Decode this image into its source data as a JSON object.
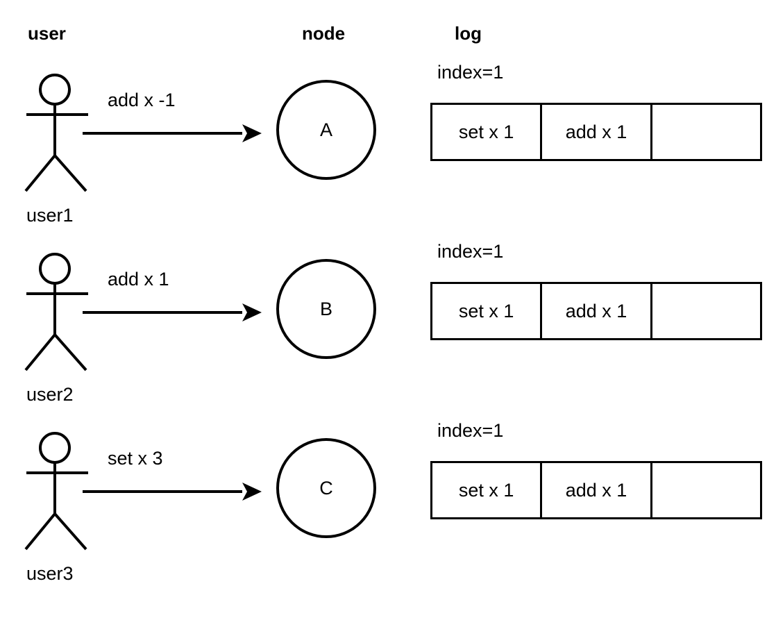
{
  "headers": {
    "user": "user",
    "node": "node",
    "log": "log"
  },
  "colors": {
    "stroke": "#000000",
    "text": "#000000",
    "background": "#ffffff"
  },
  "rows": [
    {
      "actor_label": "user1",
      "actor_icon": "stick-figure-icon",
      "edge_label": "add x -1",
      "arrow_icon": "arrow-right-icon",
      "node_label": "A",
      "log": {
        "index_text": "index=1",
        "cells": [
          "set x 1",
          "add x 1",
          ""
        ]
      }
    },
    {
      "actor_label": "user2",
      "actor_icon": "stick-figure-icon",
      "edge_label": "add x 1",
      "arrow_icon": "arrow-right-icon",
      "node_label": "B",
      "log": {
        "index_text": "index=1",
        "cells": [
          "set x 1",
          "add x 1",
          ""
        ]
      }
    },
    {
      "actor_label": "user3",
      "actor_icon": "stick-figure-icon",
      "edge_label": "set x 3",
      "arrow_icon": "arrow-right-icon",
      "node_label": "C",
      "log": {
        "index_text": "index=1",
        "cells": [
          "set x 1",
          "add x 1",
          ""
        ]
      }
    }
  ]
}
